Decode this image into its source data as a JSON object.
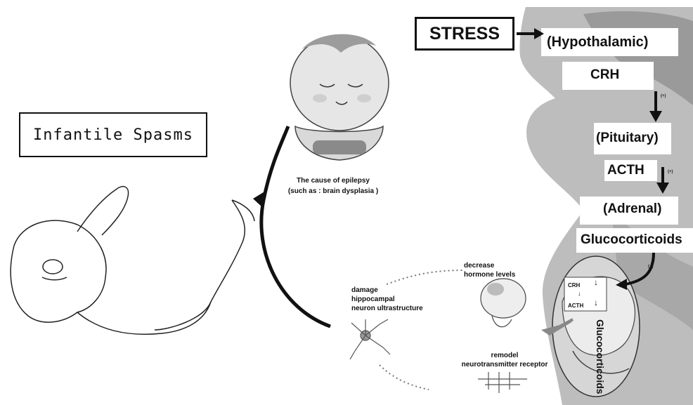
{
  "title": "Infantile Spasms",
  "stress": "STRESS",
  "cause": {
    "line1": "The cause of epilepsy",
    "line2": "(such as : brain dysplasia )"
  },
  "hpa": {
    "hypothalamic": "(Hypothalamic)",
    "crh": "CRH",
    "pituitary": "(Pituitary)",
    "acth": "ACTH",
    "adrenal": "(Adrenal)",
    "glucocorticoids": "Glucocorticoids",
    "plus_marker": "(+)"
  },
  "effects": {
    "decrease_line1": "decrease",
    "decrease_line2": "hormone levels",
    "damage_line1": "damage",
    "damage_line2": "hippocampal",
    "damage_line3": "neuron ultrastructure",
    "remodel_line1": "remodel",
    "remodel_line2": "neurotransmitter receptor"
  },
  "fetal": {
    "crh": "CRH",
    "acth": "ACTH",
    "vertical_label": "Glucocorticoids"
  }
}
